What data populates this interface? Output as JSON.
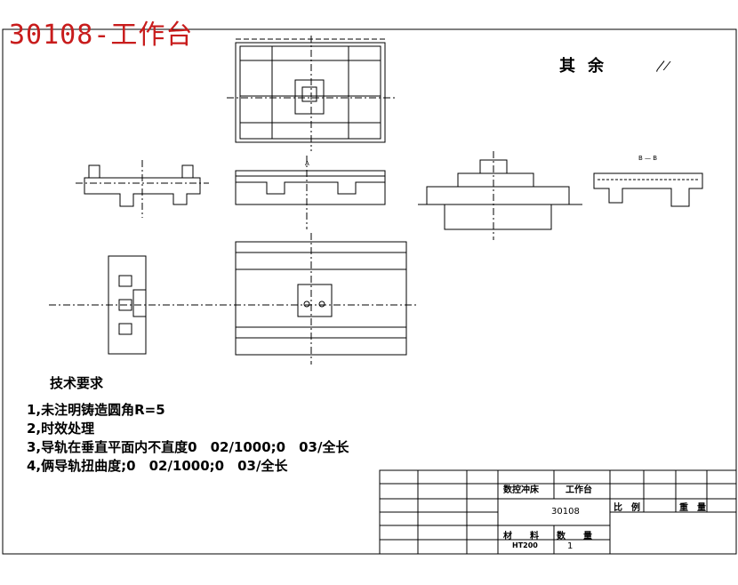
{
  "drawing": {
    "title": "30108-工作台",
    "roughness_note": "其余",
    "roughness_symbol": "〳⁄"
  },
  "requirements": {
    "heading": "技术要求",
    "items": [
      "1,未注明铸造圆角R=5",
      "2,时效处理",
      "3,导轨在垂直平面内不直度0　02/1000;0　03/全长",
      "4,俩导轨扭曲度;0　02/1000;0　03/全长"
    ]
  },
  "title_block": {
    "machine": "数控冲床",
    "part_name": "工作台",
    "drawing_no": "30108",
    "scale_label": "比　例",
    "weight_label": "重　量",
    "material_label": "材　　料",
    "quantity_label": "数　　量",
    "material": "HT200",
    "quantity": "1"
  },
  "view_labels": {
    "section_bb": "B — B",
    "section_a": "A"
  },
  "colors": {
    "title": "#c81c1c",
    "line": "#000000"
  }
}
